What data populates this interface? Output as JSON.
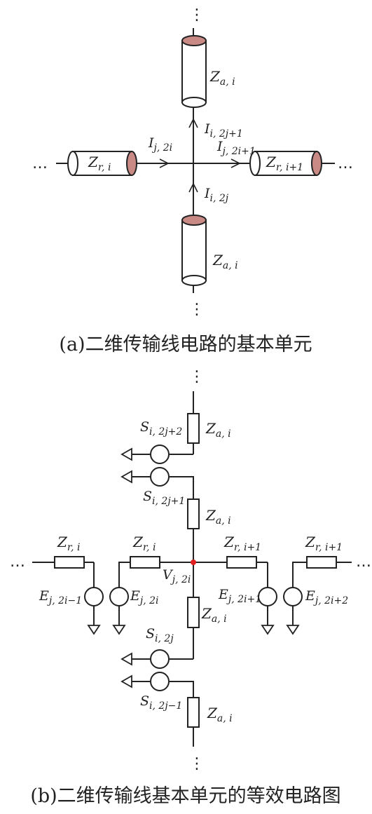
{
  "ellipsis": "…",
  "vdots": "⋮",
  "panel_a": {
    "caption": "(a)二维传输线电路的基本单元",
    "labels": {
      "za_top": {
        "main": "Z",
        "sub": "a, i"
      },
      "za_bottom": {
        "main": "Z",
        "sub": "a, i"
      },
      "zr_left": {
        "main": "Z",
        "sub": "r, i"
      },
      "zr_right": {
        "main": "Z",
        "sub": "r, i+1"
      },
      "i_up": {
        "main": "I",
        "sub": "i, 2j+1"
      },
      "i_left": {
        "main": "I",
        "sub": "j, 2i"
      },
      "i_right": {
        "main": "I",
        "sub": "j, 2i+1"
      },
      "i_bottom": {
        "main": "I",
        "sub": "i, 2j"
      }
    }
  },
  "panel_b": {
    "caption": "(b)二维传输线基本单元的等效电路图",
    "labels": {
      "za_1": {
        "main": "Z",
        "sub": "a, i"
      },
      "za_2": {
        "main": "Z",
        "sub": "a, i"
      },
      "za_3": {
        "main": "Z",
        "sub": "a, i"
      },
      "za_4": {
        "main": "Z",
        "sub": "a, i"
      },
      "zr_1": {
        "main": "Z",
        "sub": "r, i"
      },
      "zr_2": {
        "main": "Z",
        "sub": "r, i"
      },
      "zr_3": {
        "main": "Z",
        "sub": "r, i+1"
      },
      "zr_4": {
        "main": "Z",
        "sub": "r, i+1"
      },
      "s_2j2": {
        "main": "S",
        "sub": "i, 2j+2"
      },
      "s_2j1": {
        "main": "S",
        "sub": "i, 2j+1"
      },
      "s_2j": {
        "main": "S",
        "sub": "i, 2j"
      },
      "s_2jm1": {
        "main": "S",
        "sub": "i, 2j−1"
      },
      "e_2im1": {
        "main": "E",
        "sub": "j, 2i−1"
      },
      "e_2i": {
        "main": "E",
        "sub": "j, 2i"
      },
      "e_2i1": {
        "main": "E",
        "sub": "j, 2i+1"
      },
      "e_2i2": {
        "main": "E",
        "sub": "j, 2i+2"
      },
      "v_node": {
        "main": "V",
        "sub": "j, 2i"
      }
    }
  },
  "colors": {
    "cap_fill": "#c98a85",
    "node": "#e02020",
    "line": "#222222"
  }
}
